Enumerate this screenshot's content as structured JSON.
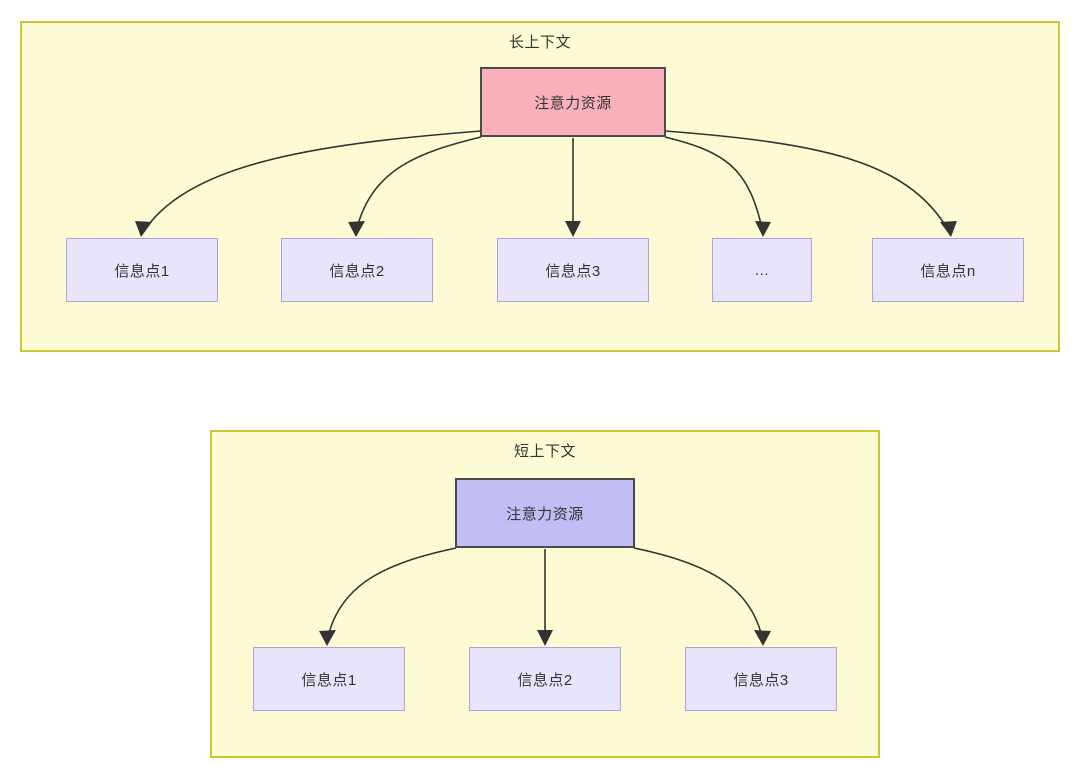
{
  "diagrams": [
    {
      "id": "long-context",
      "title": "长上下文",
      "root": {
        "label": "注意力资源",
        "fill": "#fab1bc",
        "stroke": "#4a4a4a"
      },
      "container_fill": "#fdfbd4",
      "container_stroke": "#c8c832",
      "children": [
        {
          "label": "信息点1"
        },
        {
          "label": "信息点2"
        },
        {
          "label": "信息点3"
        },
        {
          "label": "..."
        },
        {
          "label": "信息点n"
        }
      ],
      "child_fill": "#e7e4fb",
      "child_stroke": "#b39ddb"
    },
    {
      "id": "short-context",
      "title": "短上下文",
      "root": {
        "label": "注意力资源",
        "fill": "#c3bdf5",
        "stroke": "#4a4a4a"
      },
      "container_fill": "#fdfbd4",
      "container_stroke": "#c8c832",
      "children": [
        {
          "label": "信息点1"
        },
        {
          "label": "信息点2"
        },
        {
          "label": "信息点3"
        }
      ],
      "child_fill": "#e7e4fb",
      "child_stroke": "#b39ddb"
    }
  ],
  "edge_color": "#333333",
  "background": "#ffffff"
}
